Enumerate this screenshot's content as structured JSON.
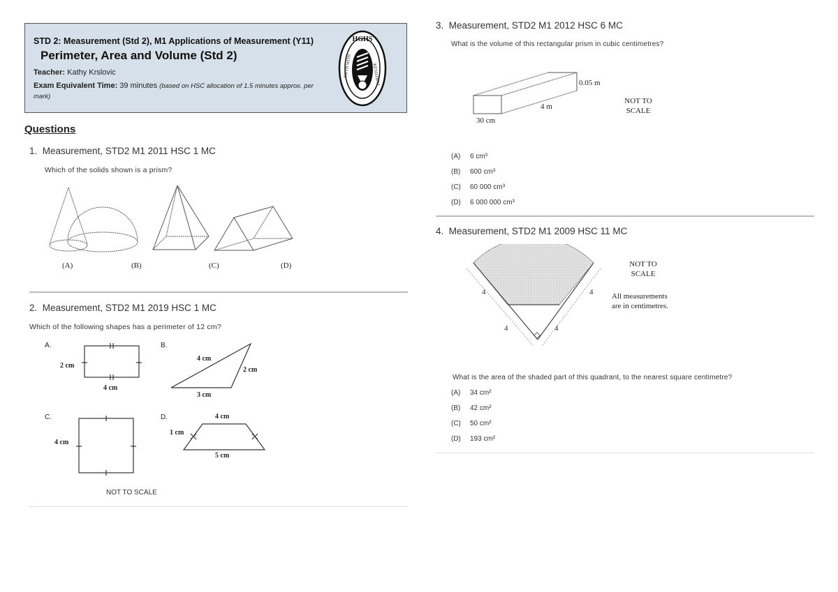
{
  "header": {
    "subtitle": "STD 2: Measurement (Std 2), M1 Applications of Measurement (Y11)",
    "title": "Perimeter, Area and Volume (Std 2)",
    "teacher_label": "Teacher:",
    "teacher_name": "Kathy Krslovic",
    "time_label": "Exam Equivalent Time:",
    "time_value": "39 minutes",
    "time_note": "(based on HSC allocation of 1.5 minutes approx. per mark)",
    "logo": {
      "top_text": "H·G·H·S",
      "bottom_text": "FAITH WITH FORTITUDE",
      "icon": "torch-crest-icon"
    }
  },
  "questions_heading": "Questions",
  "questions": [
    {
      "number": "1.",
      "title": "Measurement, STD2 M1 2011 HSC 1 MC",
      "text": "Which of the solids shown is a prism?",
      "figure_labels": [
        "(A)",
        "(B)",
        "(C)",
        "(D)"
      ]
    },
    {
      "number": "2.",
      "title": "Measurement, STD2 M1 2019 HSC 1 MC",
      "text": "Which of the following shapes has a perimeter of 12 cm?",
      "shapes": {
        "A": {
          "label": "A.",
          "side": "2 cm",
          "bottom": "4 cm"
        },
        "B": {
          "label": "B.",
          "hyp": "4 cm",
          "right": "2 cm",
          "bottom": "3 cm"
        },
        "C": {
          "label": "C.",
          "side": "4 cm"
        },
        "D": {
          "label": "D.",
          "top": "4 cm",
          "side": "1 cm",
          "bottom": "5 cm"
        }
      },
      "note": "NOT TO SCALE"
    },
    {
      "number": "3.",
      "title": "Measurement, STD2 M1 2012 HSC 6 MC",
      "text": "What is the volume of this rectangular prism in cubic centimetres?",
      "figure": {
        "height": "0.05 m",
        "length": "4 m",
        "width": "30 cm",
        "note_line1": "NOT TO",
        "note_line2": "SCALE"
      },
      "options": [
        {
          "label": "(A)",
          "value": "6 cm³"
        },
        {
          "label": "(B)",
          "value": "600 cm³"
        },
        {
          "label": "(C)",
          "value": "60 000 cm³"
        },
        {
          "label": "(D)",
          "value": "6 000 000 cm³"
        }
      ]
    },
    {
      "number": "4.",
      "title": "Measurement, STD2 M1 2009 HSC 11 MC",
      "figure": {
        "dims": [
          "4",
          "4",
          "4",
          "4"
        ],
        "note_line1": "NOT TO",
        "note_line2": "SCALE",
        "measure_line1": "All measurements",
        "measure_line2": "are in centimetres."
      },
      "text": "What is the area of the shaded part of this quadrant, to the nearest square centimetre?",
      "options": [
        {
          "label": "(A)",
          "value": "34 cm²"
        },
        {
          "label": "(B)",
          "value": "42 cm²"
        },
        {
          "label": "(C)",
          "value": "50 cm²"
        },
        {
          "label": "(D)",
          "value": "193 cm²"
        }
      ]
    }
  ]
}
